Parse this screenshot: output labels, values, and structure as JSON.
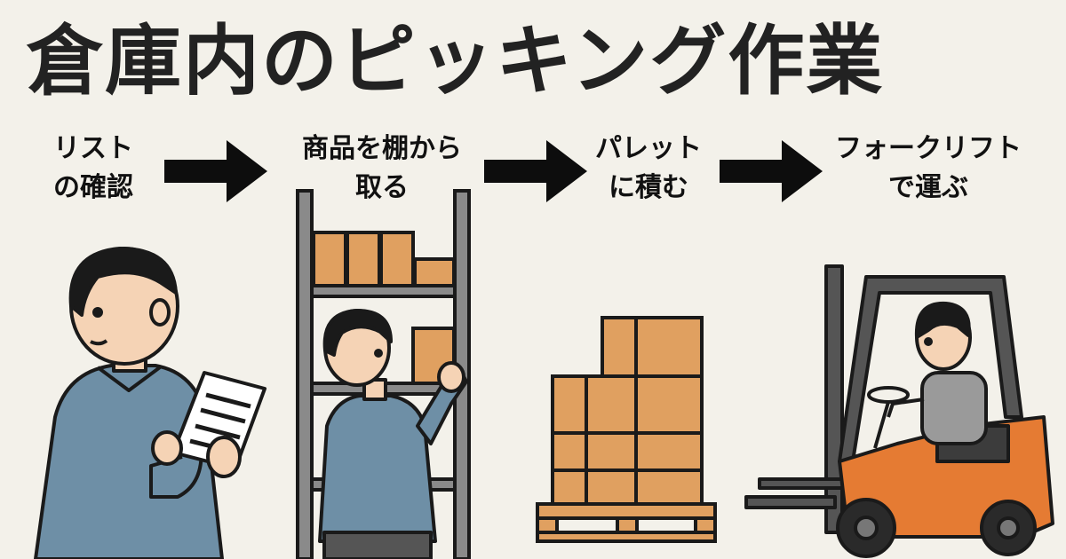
{
  "title": "倉庫内のピッキング作業",
  "steps": [
    {
      "line1": "リスト",
      "line2": "の確認"
    },
    {
      "line1": "商品を棚から",
      "line2": "取る"
    },
    {
      "line1": "パレット",
      "line2": "に積む"
    },
    {
      "line1": "フォークリフト",
      "line2": "で運ぶ"
    }
  ],
  "colors": {
    "background": "#f3f1ea",
    "box": "#e0a060",
    "shirt": "#6e8fa6",
    "forklift": "#e57b33",
    "shelf": "#8a8a8a"
  },
  "icons": [
    "right-arrow-icon",
    "clipboard-icon",
    "shelf-icon",
    "pallet-icon",
    "forklift-icon"
  ]
}
